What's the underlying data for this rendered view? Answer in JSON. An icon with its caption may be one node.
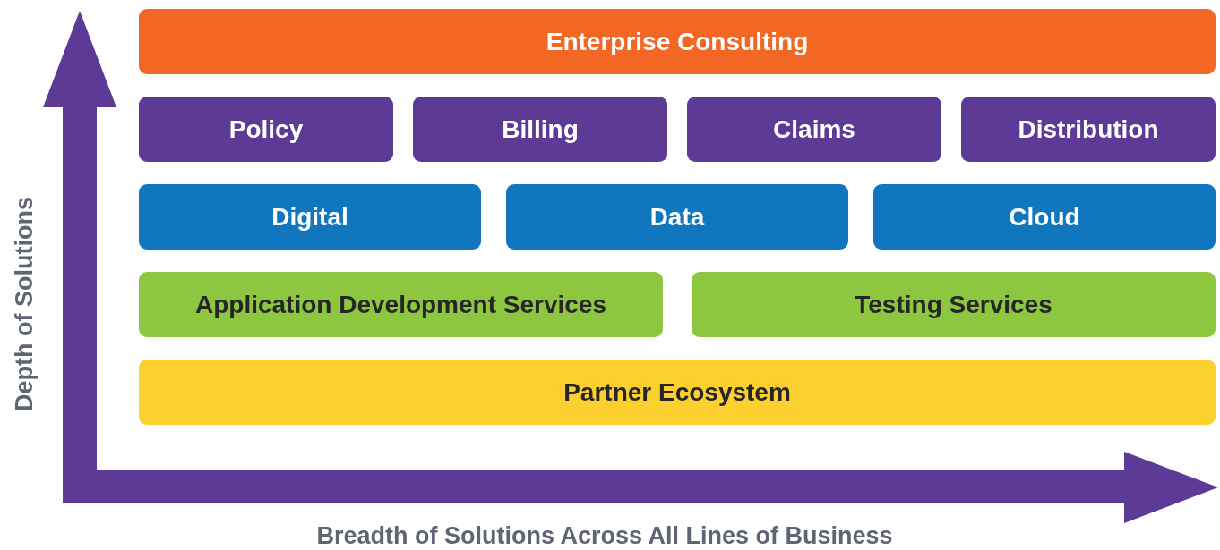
{
  "diagram": {
    "nodes": [
      {
        "text": [
          "Enterprise Consulting"
        ]
      },
      {
        "text": [
          "Policy"
        ]
      },
      {
        "text": [
          "Billing"
        ]
      },
      {
        "text": [
          "Claims"
        ]
      },
      {
        "text": [
          "Distribution"
        ]
      },
      {
        "text": [
          "Digital"
        ]
      },
      {
        "text": [
          "Data"
        ]
      },
      {
        "text": [
          "Cloud"
        ]
      },
      {
        "text": [
          "Application Development Services"
        ]
      },
      {
        "text": [
          "Testing Services"
        ]
      },
      {
        "text": [
          "Partner Ecosystem"
        ]
      }
    ],
    "labels": [
      "Depth of Solutions",
      "Breadth of Solutions Across All Lines of Business"
    ]
  }
}
